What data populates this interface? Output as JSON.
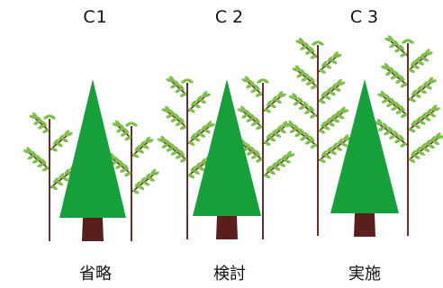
{
  "panels": [
    {
      "code": "C1",
      "caption": "省略"
    },
    {
      "code": "C 2",
      "caption": "検討"
    },
    {
      "code": "C 3",
      "caption": "実施"
    }
  ],
  "colors": {
    "cone": "#17a03a",
    "trunk": "#5a1f1c",
    "branch": "#6b2e2a",
    "leaf": "#7cc04a",
    "text": "#111111"
  }
}
